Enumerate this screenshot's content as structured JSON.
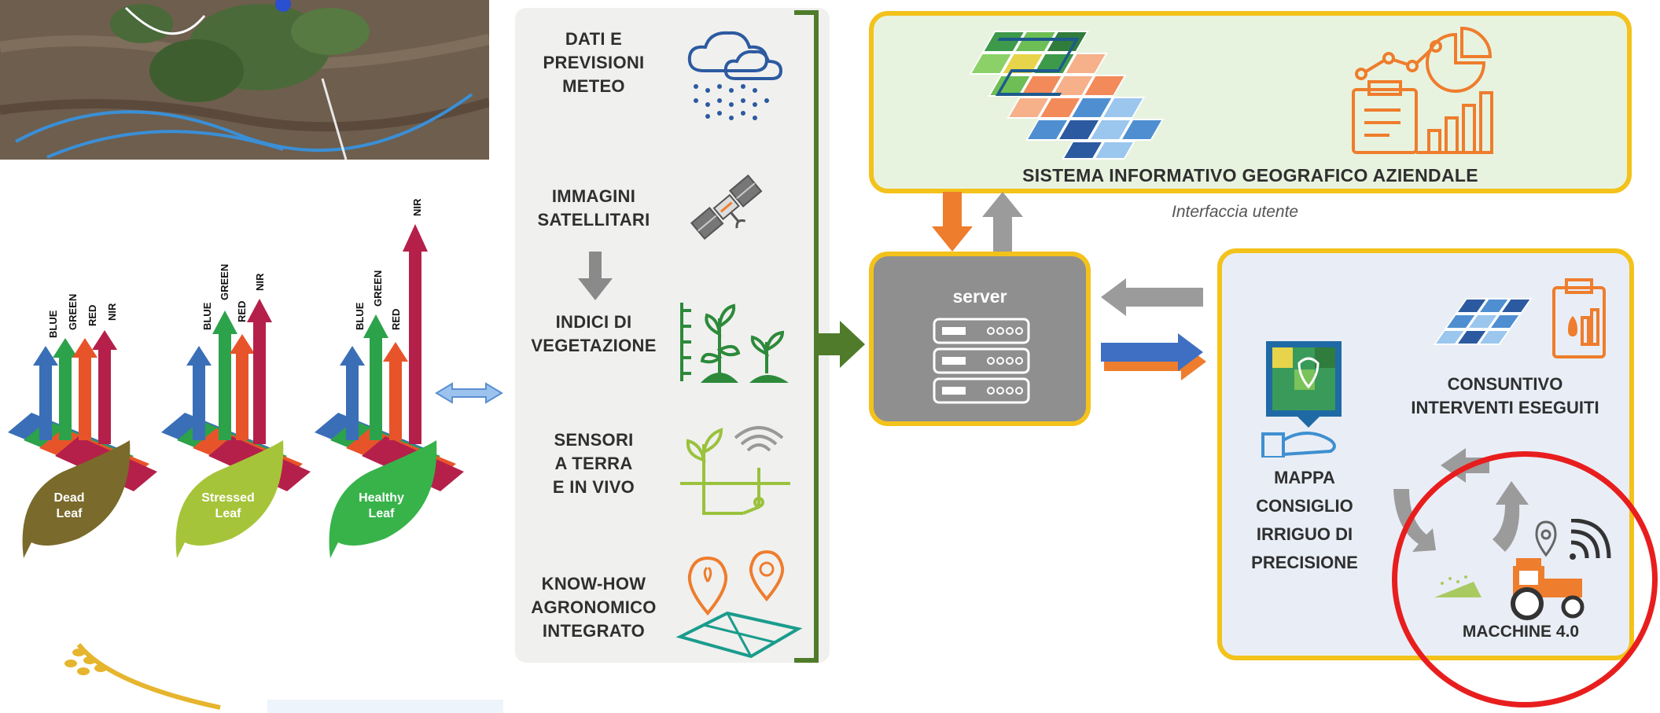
{
  "spectral": {
    "bands": [
      "BLUE",
      "GREEN",
      "RED",
      "NIR"
    ],
    "leaves": [
      {
        "label": "Dead\nLeaf",
        "color": "#7a6a2b"
      },
      {
        "label": "Stressed\nLeaf",
        "color": "#a6c439"
      },
      {
        "label": "Healthy\nLeaf",
        "color": "#37b34a"
      }
    ]
  },
  "data_sources": [
    {
      "label": "DATI E\nPREVISIONI\nMETEO",
      "icon": "rain-cloud-icon"
    },
    {
      "label": "IMMAGINI\nSATELLITARI",
      "icon": "satellite-icon"
    },
    {
      "label": "INDICI DI\nVEGETAZIONE",
      "icon": "plants-ruler-icon"
    },
    {
      "label": "SENSORI\nA TERRA\nE IN VIVO",
      "icon": "soil-sensor-icon"
    },
    {
      "label": "KNOW-HOW\nAGRONOMICO\nINTEGRATO",
      "icon": "map-pin-icon"
    }
  ],
  "gis": {
    "title": "SISTEMA INFORMATIVO GEOGRAFICO AZIENDALE",
    "caption": "Interfaccia utente"
  },
  "server": {
    "label": "server"
  },
  "outputs": {
    "irrigation_map": "MAPPA\nCONSIGLIO\nIRRIGUO DI\nPRECISIONE",
    "report": "CONSUNTIVO\nINTERVENTI ESEGUITI",
    "machines": "MACCHINE 4.0"
  },
  "colors": {
    "accent_border": "#f3c21b",
    "flow_green": "#4f7b2a",
    "flow_orange": "#ee7d2d",
    "flow_blue": "#3f6fc2",
    "highlight": "#e81e1e"
  }
}
